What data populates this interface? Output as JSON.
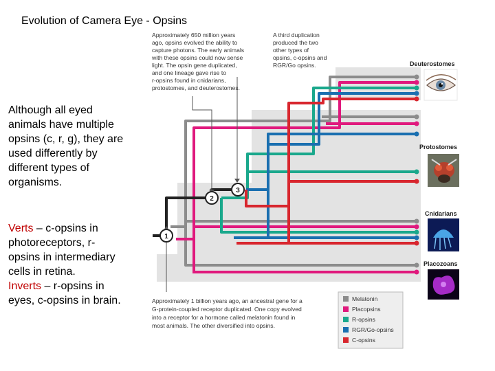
{
  "title": "Evolution of Camera Eye - Opsins",
  "side_text": {
    "para1": "Although all eyed animals have multiple opsins (c, r, g), they are used differently by different types of organisms.",
    "verts_label": "Verts",
    "verts_text": " – c-opsins in photoreceptors, r-opsins in intermediary cells in retina.",
    "inverts_label": "Inverts",
    "inverts_text": " – r-opsins in eyes, c-opsins in brain."
  },
  "annotations": {
    "a650": [
      "Approximately 650 million years",
      "ago, opsins evolved the ability to",
      "capture photons. The early animals",
      "with these opsins could now sense",
      "light. The opsin gene duplicated,",
      "and one lineage gave rise to",
      "r-opsins found in cnidarians,",
      "protostomes, and deuterostomes."
    ],
    "third": [
      "A third duplication",
      "produced the two",
      "other types of",
      "opsins, c-opsins and",
      "RGR/Go opsins."
    ],
    "billion": [
      "Approximately 1 billion years ago, an ancestral gene for a",
      "G-protein-coupled receptor duplicated. One copy evolved",
      "into a receptor for a hormone called melatonin found in",
      "most animals. The other diversified into opsins."
    ]
  },
  "nodes": [
    "1",
    "2",
    "3"
  ],
  "groups": [
    "Deuterostomes",
    "Protostomes",
    "Cnidarians",
    "Placozoans"
  ],
  "legend": [
    {
      "label": "Melatonin",
      "color": "#8c8c8c"
    },
    {
      "label": "Placopsins",
      "color": "#e0197d"
    },
    {
      "label": "R-opsins",
      "color": "#1aa88c"
    },
    {
      "label": "RGR/Go-opsins",
      "color": "#1a6fb0"
    },
    {
      "label": "C-opsins",
      "color": "#d8262e"
    }
  ]
}
